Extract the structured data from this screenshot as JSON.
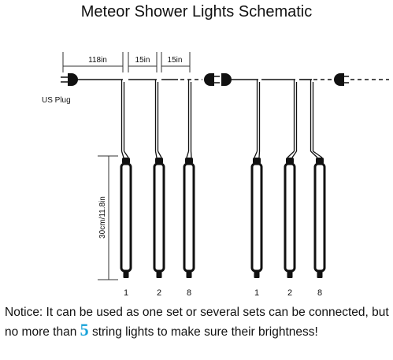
{
  "title": "Meteor Shower Lights Schematic",
  "dimensions": {
    "lead_length": "118in",
    "spacing_1": "15in",
    "spacing_2": "15in",
    "tube_length": "30cm/11.8in"
  },
  "plug_label": "US Plug",
  "sets": [
    {
      "tubes": [
        {
          "label": "1"
        },
        {
          "label": "2"
        },
        {
          "label": "8"
        }
      ]
    },
    {
      "tubes": [
        {
          "label": "1"
        },
        {
          "label": "2"
        },
        {
          "label": "8"
        }
      ]
    }
  ],
  "notice": {
    "before": "Notice: It can be used as one set or several sets can be connected, but no more than ",
    "number": "5",
    "after": " string lights to make sure their brightness!"
  },
  "colors": {
    "line": "#111111",
    "tube_fill": "#ffffff",
    "accent_number": "#1aa3d9"
  }
}
